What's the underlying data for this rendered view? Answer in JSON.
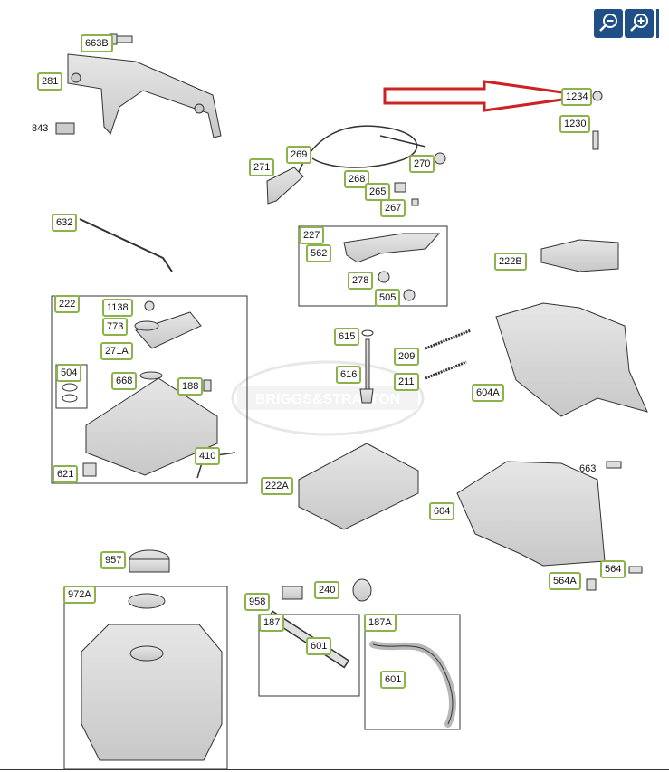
{
  "toolbar": {
    "zoom_out_icon": "zoom-out-icon",
    "zoom_in_icon": "zoom-in-icon",
    "accent": "#1f4f86"
  },
  "diagram": {
    "watermark": "BRIGGS&STRATTON",
    "label_border_color": "#8bb34a",
    "arrow_color": "#cc2222",
    "groups": [
      "222",
      "227",
      "187",
      "187A",
      "972A",
      "504"
    ],
    "labels": [
      "663B",
      "281",
      "843",
      "271",
      "269",
      "268",
      "270",
      "265",
      "267",
      "632",
      "227",
      "562",
      "278",
      "505",
      "222B",
      "222",
      "1138",
      "773",
      "271A",
      "504",
      "668",
      "188",
      "410",
      "621",
      "615",
      "209",
      "616",
      "211",
      "604A",
      "222A",
      "663",
      "604",
      "564",
      "564A",
      "957",
      "972A",
      "958",
      "240",
      "187",
      "601",
      "187A",
      "601",
      "1230",
      "1234"
    ]
  }
}
